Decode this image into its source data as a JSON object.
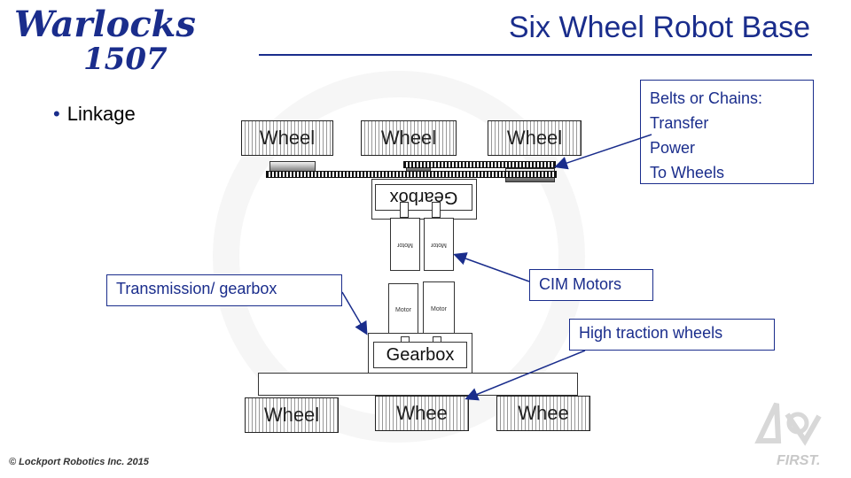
{
  "logo": {
    "line1": "Warlocks",
    "line2": "1507"
  },
  "header": {
    "title": "Six Wheel Robot Base"
  },
  "bullet": {
    "text": "Linkage"
  },
  "diagram": {
    "wheel_labels_top": [
      "Wheel",
      "Wheel",
      "Wheel"
    ],
    "wheel_labels_bottom": [
      "Wheel",
      "Whee",
      "Whee"
    ],
    "gearbox_top": "Gearbox",
    "gearbox_bottom": "Gearbox",
    "motor_label": "Motor"
  },
  "callouts": {
    "belts": [
      "Belts or Chains:",
      "Transfer",
      "Power",
      "To Wheels"
    ],
    "transmission": "Transmission/ gearbox",
    "cim": "CIM Motors",
    "traction": "High traction wheels"
  },
  "footer": {
    "copyright": "© Lockport Robotics Inc. 2015",
    "brand": "FIRST."
  },
  "colors": {
    "accent": "#1a2d8c"
  }
}
